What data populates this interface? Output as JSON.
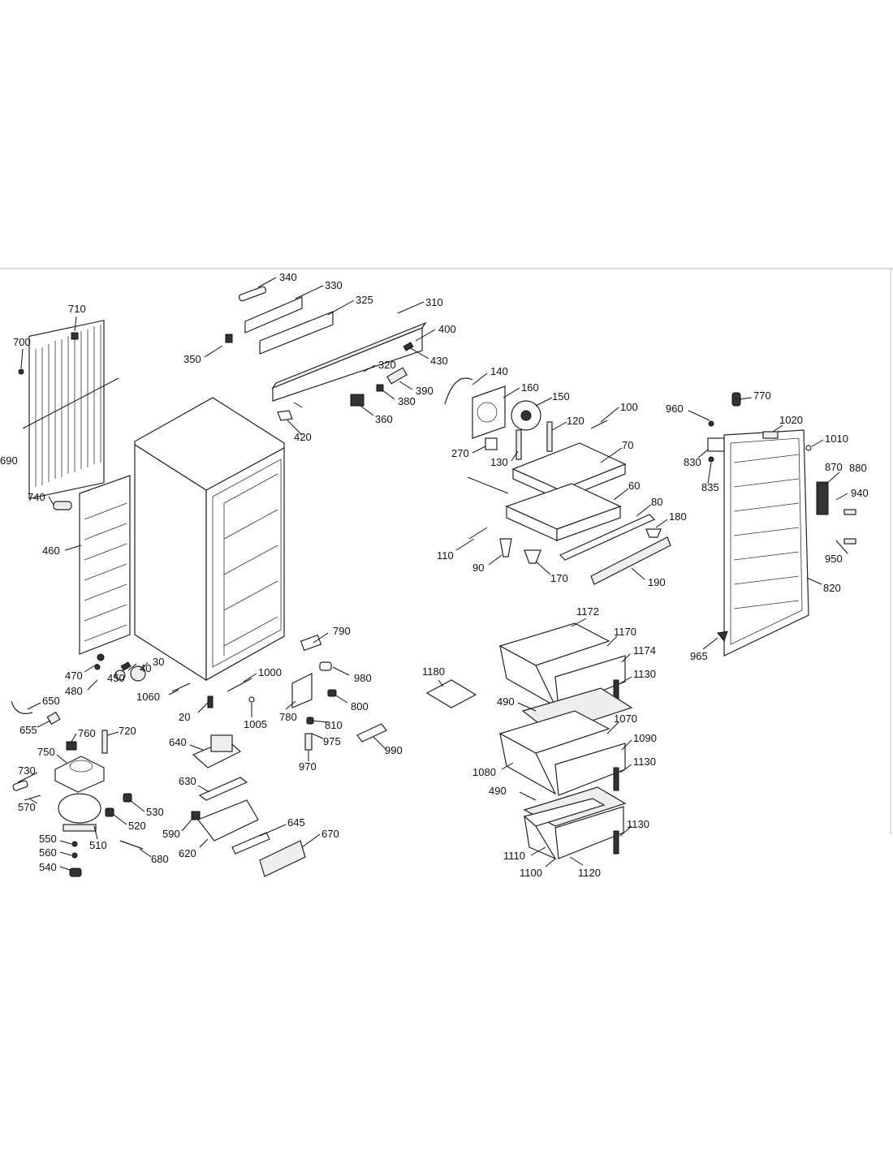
{
  "labels": {
    "l340": "340",
    "l330": "330",
    "l325": "325",
    "l310": "310",
    "l400": "400",
    "l430": "430",
    "l350": "350",
    "l320": "320",
    "l390": "390",
    "l380": "380",
    "l360": "360",
    "l420": "420",
    "l710": "710",
    "l700": "700",
    "l690": "690",
    "l740": "740",
    "l460": "460",
    "l470": "470",
    "l480": "480",
    "l450": "450",
    "l40": "40",
    "l30": "30",
    "l140": "140",
    "l160": "160",
    "l150": "150",
    "l100": "100",
    "l120": "120",
    "l270": "270",
    "l130": "130",
    "l70": "70",
    "l60": "60",
    "l80": "80",
    "l180": "180",
    "l110": "110",
    "l90": "90",
    "l170": "170",
    "l190": "190",
    "l960": "960",
    "l770": "770",
    "l1020": "1020",
    "l1010": "1010",
    "l830": "830",
    "l835": "835",
    "l870": "870",
    "l880": "880",
    "l940": "940",
    "l950": "950",
    "l820": "820",
    "l965": "965",
    "l790": "790",
    "l1000": "1000",
    "l980": "980",
    "l1060": "1060",
    "l20": "20",
    "l1005": "1005",
    "l780": "780",
    "l800": "800",
    "l810": "810",
    "l975": "975",
    "l970": "970",
    "l990": "990",
    "l650": "650",
    "l655": "655",
    "l760": "760",
    "l720": "720",
    "l750": "750",
    "l730": "730",
    "l570": "570",
    "l640": "640",
    "l630": "630",
    "l530": "530",
    "l520": "520",
    "l590": "590",
    "l620": "620",
    "l645": "645",
    "l670": "670",
    "l510": "510",
    "l550": "550",
    "l560": "560",
    "l540": "540",
    "l680": "680",
    "l1180": "1180",
    "l1172": "1172",
    "l1170": "1170",
    "l1174": "1174",
    "l1130a": "1130",
    "l490a": "490",
    "l1070": "1070",
    "l1090": "1090",
    "l1080": "1080",
    "l1130b": "1130",
    "l490b": "490",
    "l1130c": "1130",
    "l1110": "1110",
    "l1100": "1100",
    "l1120": "1120"
  }
}
